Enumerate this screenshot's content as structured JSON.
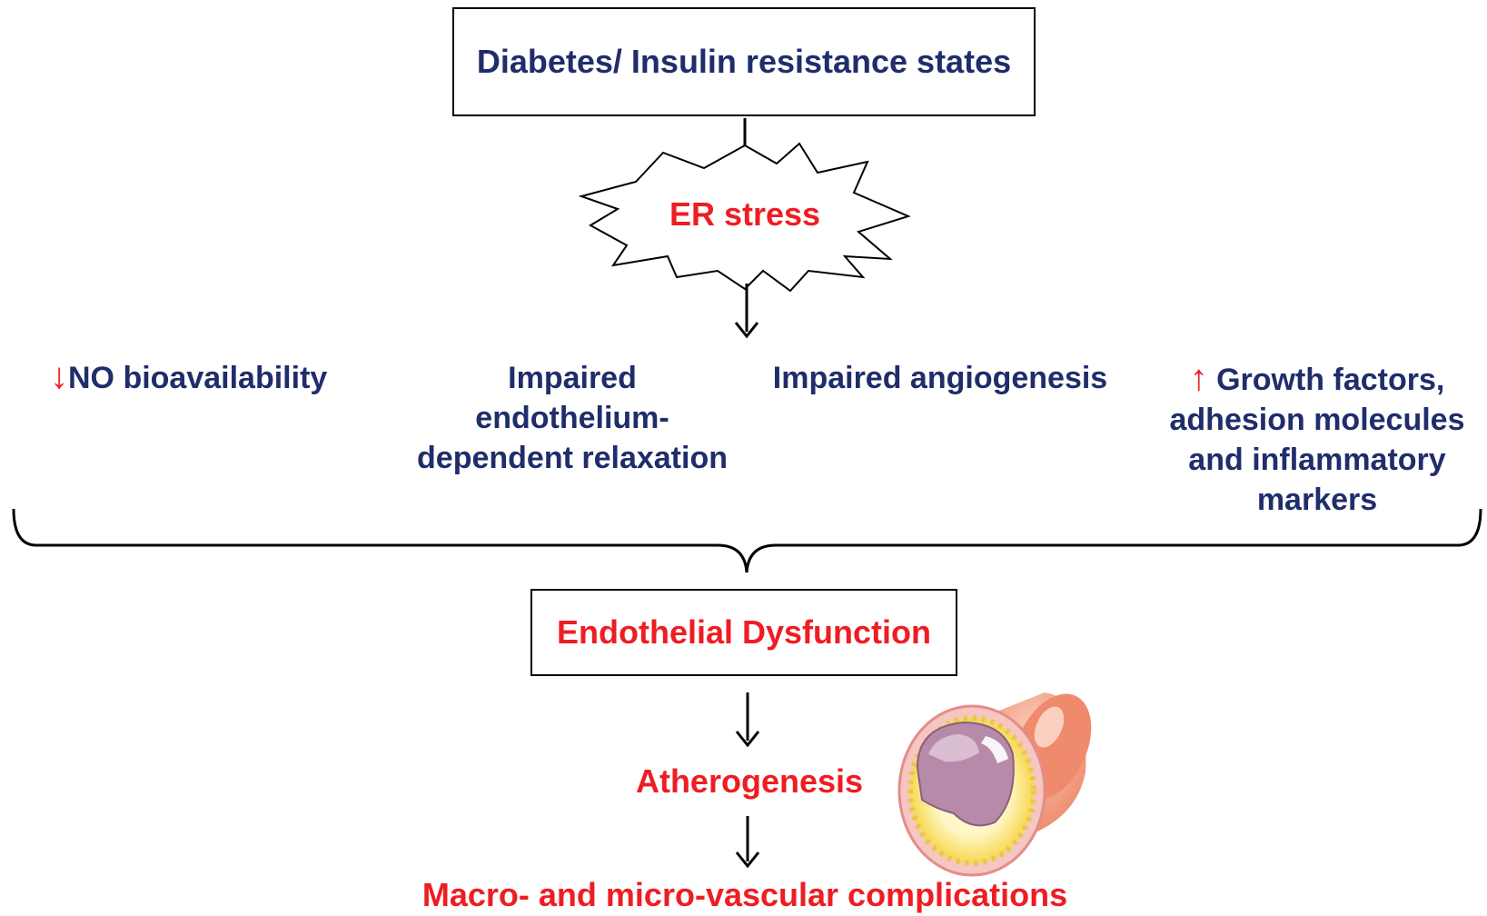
{
  "top_box": {
    "label": "Diabetes/ Insulin resistance states"
  },
  "burst": {
    "label": "ER stress"
  },
  "effects": {
    "no": {
      "arrow": "↓",
      "label": "NO bioavailability"
    },
    "relaxation": {
      "lines": [
        "Impaired",
        "endothelium-",
        "dependent relaxation"
      ]
    },
    "angiogenesis": {
      "label": "Impaired angiogenesis"
    },
    "growth": {
      "arrow": "↑",
      "line1": "Growth factors,",
      "line2": "adhesion molecules",
      "line3": "and inflammatory",
      "line4": "markers"
    }
  },
  "endothelial_box": {
    "label": "Endothelial Dysfunction"
  },
  "atherogenesis": {
    "label": "Atherogenesis"
  },
  "complications": {
    "label": "Macro- and micro-vascular complications"
  },
  "colors": {
    "navy": "#1f2d6b",
    "red": "#ee1d23"
  }
}
